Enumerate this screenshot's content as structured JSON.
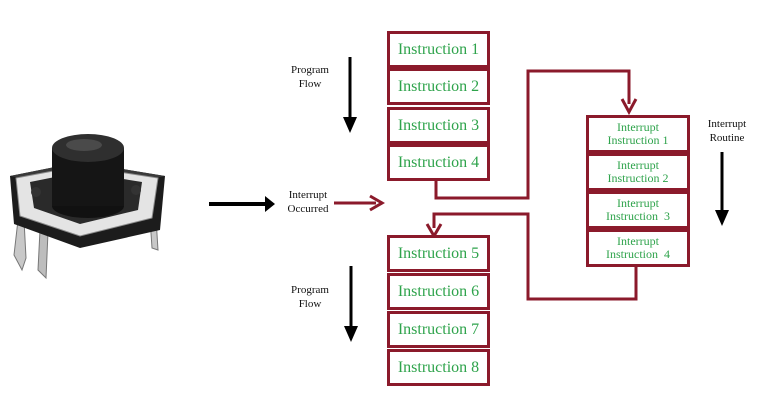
{
  "colors": {
    "box_border": "#8b1a2b",
    "instruction_text": "#2ea34b",
    "flow_arrow": "#8b1a2b",
    "black_arrow": "#000000"
  },
  "labels": {
    "program_flow_top": [
      "Program",
      "Flow"
    ],
    "program_flow_bottom": [
      "Program",
      "Flow"
    ],
    "interrupt_occurred": [
      "Interrupt",
      "Occurred"
    ],
    "interrupt_routine": [
      "Interrupt",
      "Routine"
    ]
  },
  "main_instructions_top": [
    "Instruction 1",
    "Instruction 2",
    "Instruction 3",
    "Instruction 4"
  ],
  "main_instructions_bottom": [
    "Instruction 5",
    "Instruction 6",
    "Instruction 7",
    "Instruction 8"
  ],
  "interrupt_instructions": [
    [
      "Interrupt",
      "Instruction 1"
    ],
    [
      "Interrupt",
      "Instruction 2"
    ],
    [
      "Interrupt",
      "Instruction  3"
    ],
    [
      "Interrupt",
      "Instruction  4"
    ]
  ],
  "icons": {
    "push_button": "tactile-push-button"
  }
}
